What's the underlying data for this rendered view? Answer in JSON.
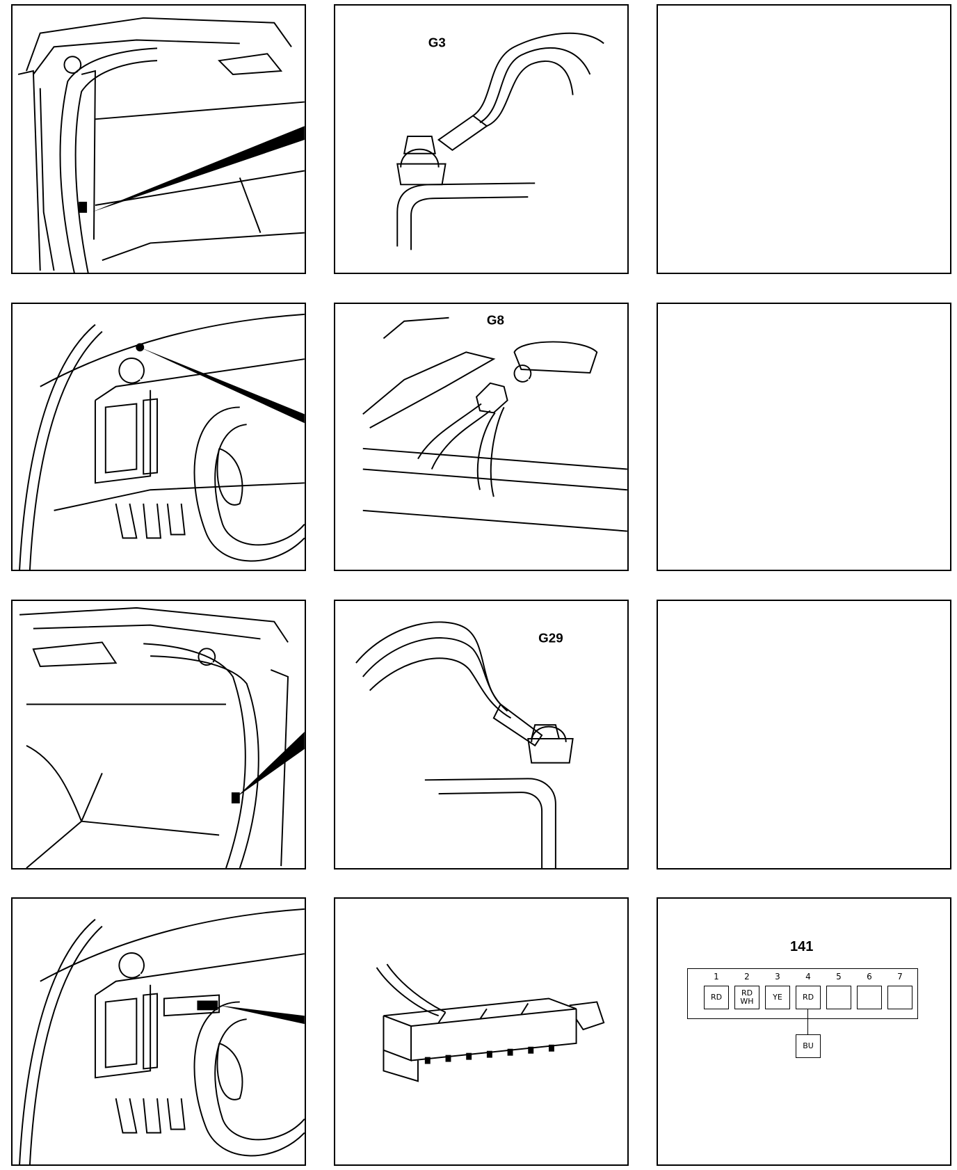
{
  "panels": {
    "g3": {
      "label": "G3"
    },
    "g8": {
      "label": "G8"
    },
    "g29": {
      "label": "G29"
    }
  },
  "connector": {
    "title": "141",
    "pins": [
      {
        "number": "1",
        "color": "RD"
      },
      {
        "number": "2",
        "color": "RD\nWH"
      },
      {
        "number": "3",
        "color": "YE"
      },
      {
        "number": "4",
        "color": "RD"
      },
      {
        "number": "5",
        "color": ""
      },
      {
        "number": "6",
        "color": ""
      },
      {
        "number": "7",
        "color": ""
      }
    ],
    "branch": {
      "color": "BU"
    }
  }
}
